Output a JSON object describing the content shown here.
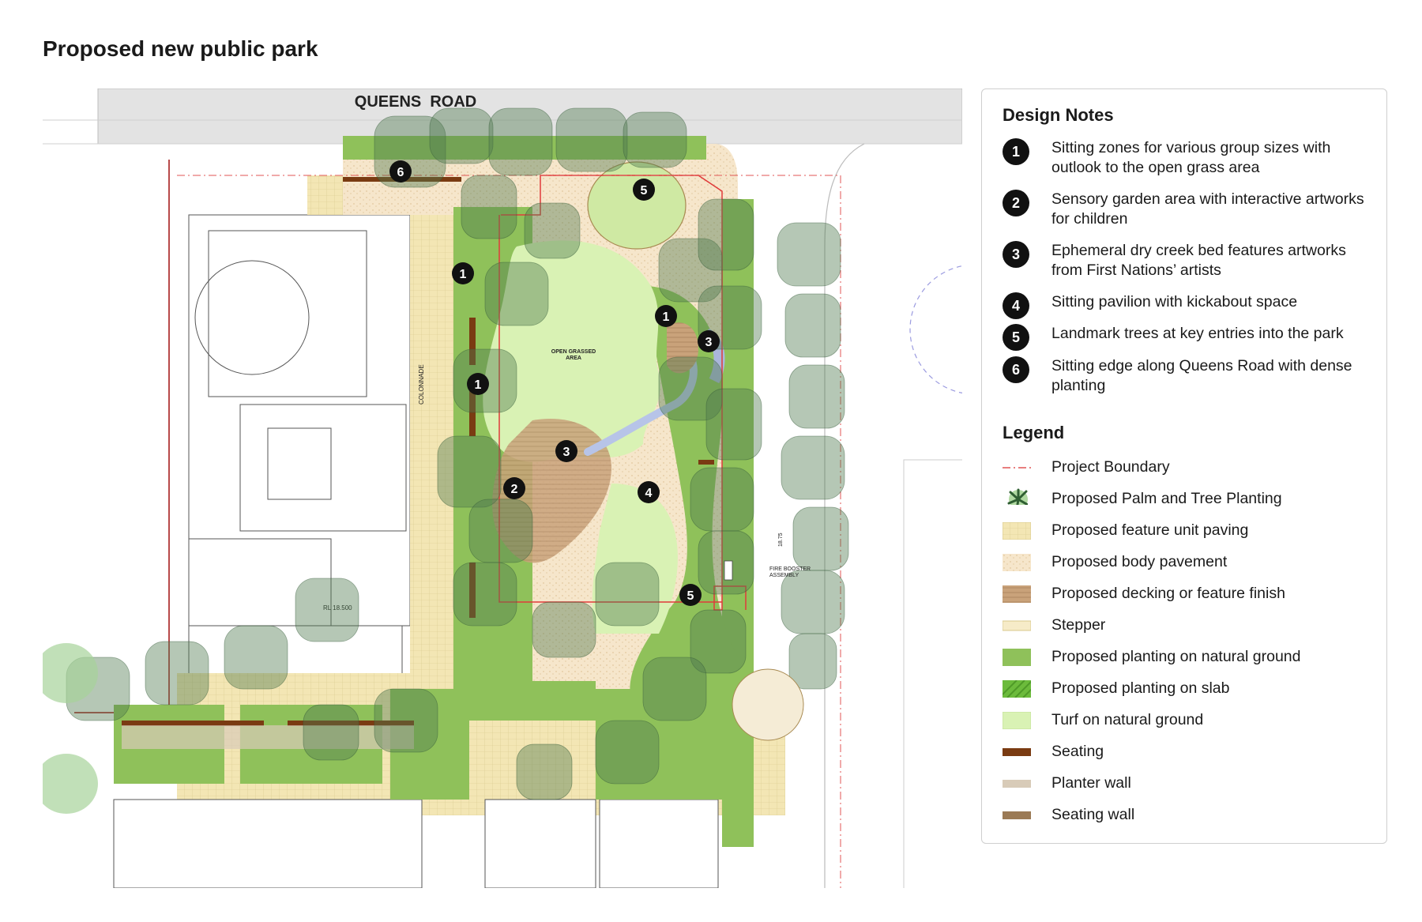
{
  "title": "Proposed new public park",
  "map": {
    "street_label": "QUEENS  ROAD",
    "open_area_label_1": "OPEN GRASSED",
    "open_area_label_2": "AREA",
    "colonnade_label": "COLONNADE",
    "rl_label": "RL 18.500",
    "fire_label_1": "FIRE BOOSTER",
    "fire_label_2": "ASSEMBLY",
    "dim_label": "18.75",
    "markers": [
      "1",
      "1",
      "1",
      "2",
      "3",
      "3",
      "4",
      "5",
      "5",
      "6"
    ]
  },
  "design_notes": {
    "heading": "Design Notes",
    "items": [
      {
        "num": "1",
        "text": "Sitting zones for various group sizes with outlook to the open grass area"
      },
      {
        "num": "2",
        "text": "Sensory garden area with interactive artworks for children"
      },
      {
        "num": "3",
        "text": "Ephemeral dry creek bed features artworks from First Nations’ artists"
      },
      {
        "num": "4",
        "text": "Sitting pavilion with kickabout space"
      },
      {
        "num": "5",
        "text": "Landmark trees at key entries into the park"
      },
      {
        "num": "6",
        "text": "Sitting edge along Queens Road with dense planting"
      }
    ]
  },
  "legend": {
    "heading": "Legend",
    "items": [
      {
        "label": "Project Boundary",
        "swatch": "boundary",
        "color": "#e05555"
      },
      {
        "label": "Proposed Palm and Tree Planting",
        "swatch": "tree-icon",
        "color": "#3f7a44"
      },
      {
        "label": "Proposed feature unit paving",
        "swatch": "grid",
        "color": "#f3e6b4"
      },
      {
        "label": "Proposed body pavement",
        "swatch": "speckle",
        "color": "#f5e3c6"
      },
      {
        "label": "Proposed decking or feature finish",
        "swatch": "deck",
        "color": "#c9a27a"
      },
      {
        "label": "Stepper",
        "swatch": "solid",
        "color": "#f6ebc8"
      },
      {
        "label": "Proposed planting on natural ground",
        "swatch": "solid",
        "color": "#8fc15a"
      },
      {
        "label": "Proposed planting on slab",
        "swatch": "hatch",
        "color": "#6cbb3c"
      },
      {
        "label": "Turf on natural ground",
        "swatch": "solid",
        "color": "#d9f2b4"
      },
      {
        "label": "Seating",
        "swatch": "bar",
        "color": "#7a3b12"
      },
      {
        "label": "Planter wall",
        "swatch": "bar",
        "color": "#d8cbb8"
      },
      {
        "label": "Seating wall",
        "swatch": "bar",
        "color": "#9b7a55"
      }
    ]
  }
}
